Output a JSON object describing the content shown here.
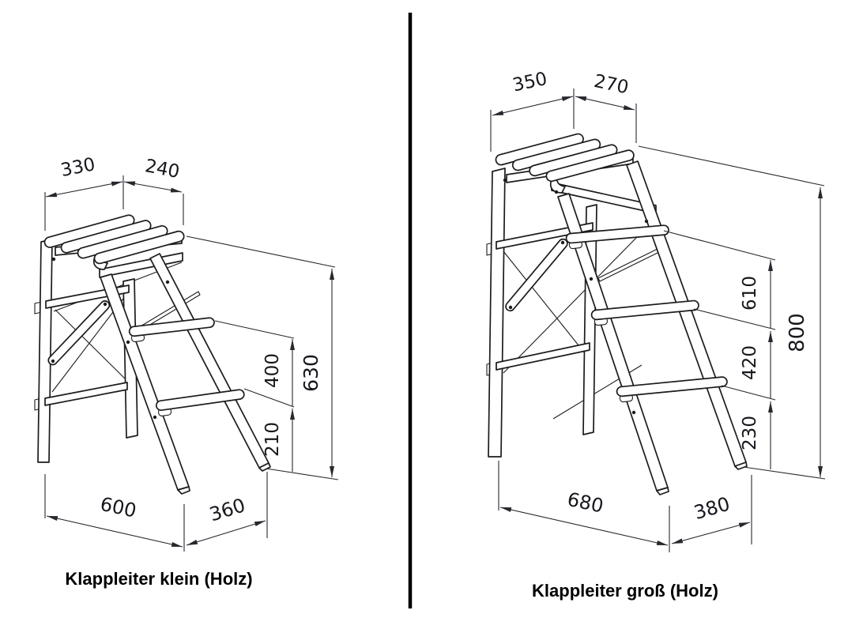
{
  "figure": {
    "type": "technical-drawing",
    "items": [
      {
        "caption": "Klappleiter klein (Holz)",
        "steps": 2,
        "dimensions_mm": {
          "top_length": "330",
          "top_depth": "240",
          "height_step1": "400",
          "height_step2": "210",
          "height_total": "630",
          "base_length": "600",
          "base_depth": "360"
        }
      },
      {
        "caption": "Klappleiter groß (Holz)",
        "steps": 3,
        "dimensions_mm": {
          "top_length": "350",
          "top_depth": "270",
          "height_step1": "610",
          "height_step2": "420",
          "height_step3": "230",
          "height_total": "800",
          "base_length": "680",
          "base_depth": "380"
        }
      }
    ]
  }
}
